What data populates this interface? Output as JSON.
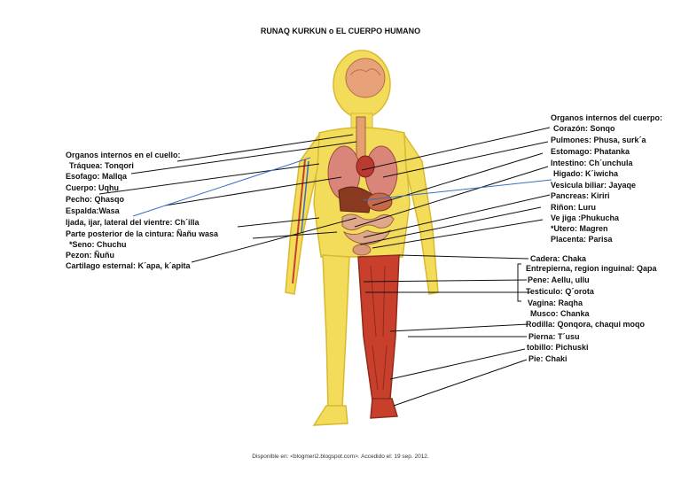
{
  "title": "RUNAQ KURKUN o EL CUERPO HUMANO",
  "credit": "Disponible en: <blogmeri2.blogspot.com>. Accedido el: 19 sep. 2012.",
  "left_labels": [
    "Organos internos en el cuello:",
    "Tráquea: Tonqori",
    "Esofago: Mallqa",
    "Cuerpo: Uqhu",
    "Pecho: Qhasqo",
    "Espalda:Wasa",
    "Ijada, ijar, lateral del vientre: Ch´illa",
    "Parte posterior de la cintura: Ñañu wasa",
    "*Seno: Chuchu",
    "Pezon: Ñuñu",
    "Cartilago esternal: K´apa, k´apita"
  ],
  "right_labels": [
    "Organos  internos del cuerpo:",
    "Corazón: Sonqo",
    "Pulmones: Phusa, surk´a",
    "Estomago: Phatanka",
    "Intestino: Ch´unchula",
    "Higado: K´iwicha",
    "Vesicula biliar: Jayaqe",
    "Pancreas: Kiriri",
    "Riñon:  Luru",
    "Ve jiga :Phukucha",
    "*Utero: Magren",
    "Placenta: Parisa"
  ],
  "lower_right_labels": [
    "Cadera: Chaka",
    "Entrepierna, region inguinal: Qapa",
    "Pene: Aellu, ullu",
    "Testiculo: Q´orota",
    "Vagina: Raqha",
    "Musco: Chanka",
    "Rodilla: Qonqora, chaqui moqo",
    "Pierna: T´usu",
    "tobillo: Pichuski",
    "Pie: Chaki"
  ],
  "colors": {
    "skin": "#f2dc5a",
    "skin_dark": "#d9b92f",
    "muscle": "#c8402c",
    "organ": "#b85a3a",
    "line": "#111111",
    "blue_line": "#3a6fc4"
  }
}
